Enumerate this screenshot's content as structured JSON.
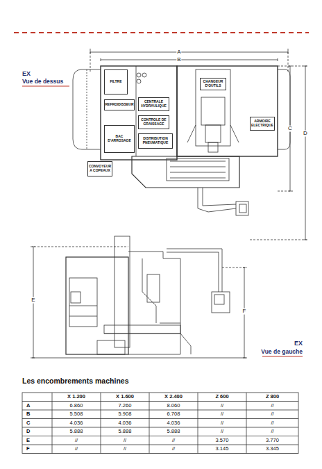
{
  "diagram": {
    "title": "Les encombrements machines",
    "nodes": [
      {
        "text": [
          "FILTRE"
        ]
      },
      {
        "text": [
          "REFROIDISSEUR"
        ]
      },
      {
        "text": [
          "BAC D'ARROSAGE"
        ]
      },
      {
        "text": [
          "CENTRALE HYDRAULIQUE"
        ]
      },
      {
        "text": [
          "CONTROLE DE GRAISSAGE"
        ]
      },
      {
        "text": [
          "DISTRIBUTION PNEUMATIQUE"
        ]
      },
      {
        "text": [
          "CONVOYEUR A COPEAUX"
        ]
      },
      {
        "text": [
          "CHANGEUR D'OUTILS"
        ]
      },
      {
        "text": [
          "ARMOIRE ELECTRIQUE"
        ]
      }
    ],
    "labels": [
      "EX",
      "Vue de dessus",
      "A",
      "B",
      "C",
      "D",
      "E",
      "F",
      "EX",
      "Vue de gauche",
      "X 1.200",
      "X 1.600",
      "X 2.400",
      "Z 600",
      "Z 800",
      "A",
      "6.860",
      "7.260",
      "8.060",
      "//",
      "//",
      "B",
      "5.508",
      "5.908",
      "6.708",
      "//",
      "//",
      "C",
      "4.036",
      "4.036",
      "4.036",
      "//",
      "//",
      "D",
      "5.888",
      "5.888",
      "5.888",
      "//",
      "//",
      "E",
      "//",
      "//",
      "//",
      "3.570",
      "3.770",
      "F",
      "//",
      "//",
      "//",
      "3.145",
      "3.345"
    ]
  }
}
